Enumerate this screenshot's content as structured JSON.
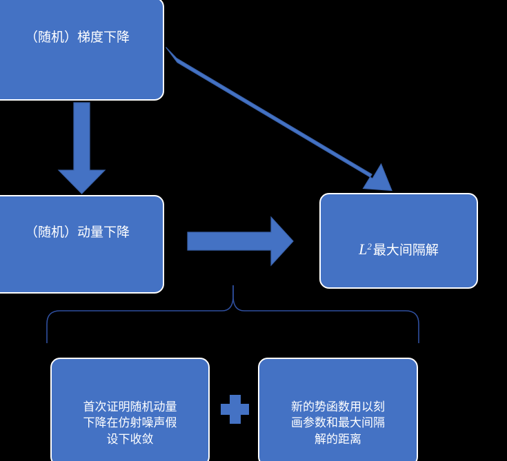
{
  "diagram": {
    "type": "flowchart",
    "background_color": "#000000",
    "node_fill_color": "#4472c4",
    "node_border_color": "#ffffff",
    "node_text_color": "#ffffff",
    "arrow_color": "#4472c4",
    "brace_color": "#2f4f9f",
    "nodes": [
      {
        "id": "sgd",
        "label": "（随机）梯度下降"
      },
      {
        "id": "momentum",
        "label": "（随机）动量下降"
      },
      {
        "id": "l2",
        "label_math": "L",
        "label_sup": "2",
        "label_rest": "最大间隔解"
      },
      {
        "id": "proof",
        "label": "首次证明随机动量\n下降在仿射噪声假\n设下收敛"
      },
      {
        "id": "potential",
        "label": "新的势函数用以刻\n画参数和最大间隔\n解的距离"
      }
    ],
    "connectors": [
      {
        "id": "sgd-to-momentum",
        "kind": "block-arrow",
        "direction": "down",
        "from": "sgd",
        "to": "momentum"
      },
      {
        "id": "sgd-to-l2",
        "kind": "block-arrow",
        "direction": "diagonal",
        "from": "sgd",
        "to": "l2"
      },
      {
        "id": "momentum-to-l2",
        "kind": "block-arrow",
        "direction": "right",
        "from": "momentum",
        "to": "l2"
      },
      {
        "id": "contributions-brace",
        "kind": "curly-brace",
        "orientation": "up",
        "groups": [
          "proof",
          "potential"
        ]
      }
    ],
    "operators": [
      {
        "id": "plus",
        "symbol": "+",
        "between": [
          "proof",
          "potential"
        ]
      }
    ]
  }
}
